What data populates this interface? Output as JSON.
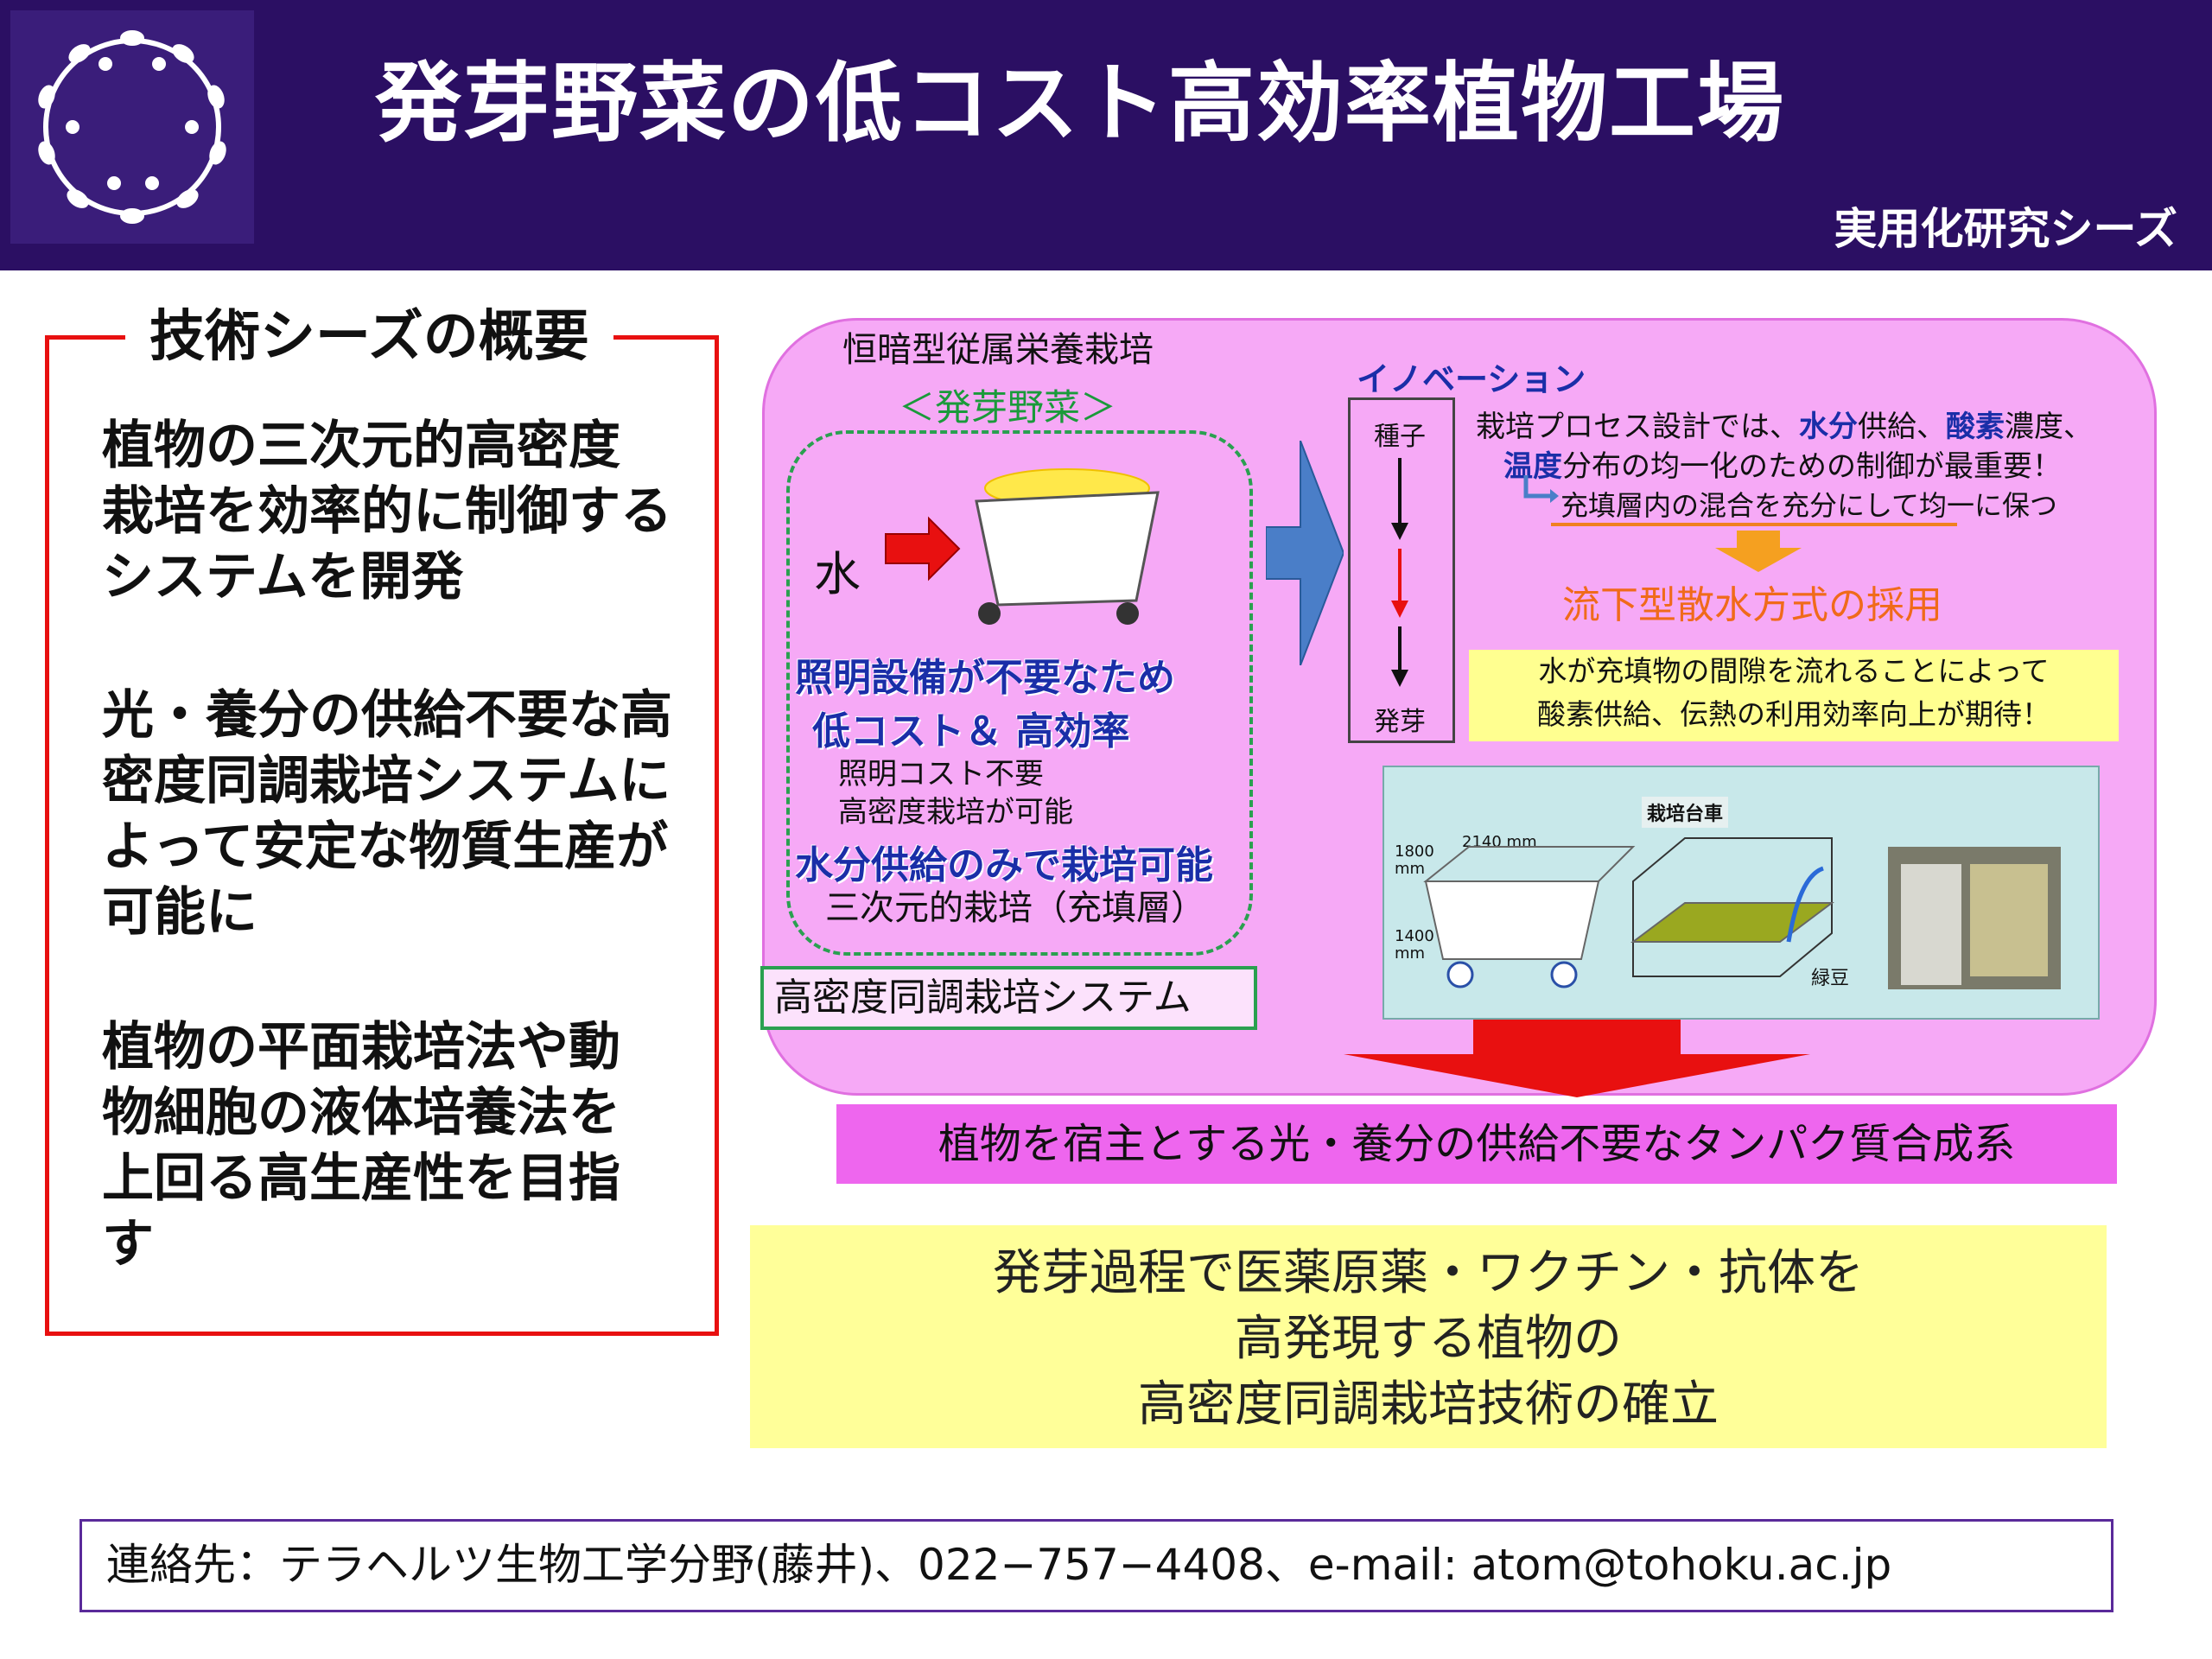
{
  "header": {
    "title": "発芽野菜の低コスト高効率植物工場",
    "subtitle": "実用化研究シーズ"
  },
  "overview": {
    "heading": "技術シーズの概要",
    "points": [
      [
        "植物の三次元的高密度",
        "栽培を効率的に制御する",
        "システムを開発"
      ],
      [
        "光・養分の供給不要な高",
        "密度同調栽培システムに",
        "よって安定な物質生産が",
        "可能に"
      ],
      [
        "植物の平面栽培法や動",
        "物細胞の液体培養法を",
        "上回る高生産性を目指",
        "す"
      ]
    ]
  },
  "diagram": {
    "left_caption": "恒暗型従属栄養栽培",
    "sprout_label": "＜発芽野菜＞",
    "water_label": "水",
    "benefit_title": "照明設備が不要なため",
    "benefit_sub": "低コスト＆ 高効率",
    "note_1": "照明コスト不要",
    "note_2": "高密度栽培が可能",
    "water_only": "水分供給のみで栽培可能",
    "three_d": "三次元的栽培（充填層）",
    "hd_system": "高密度同調栽培システム",
    "innovation_title": "イノベーション",
    "seed_label": "種子",
    "sprout_end_label": "発芽",
    "design_line1_a": "栽培プロセス設計では、",
    "design_line1_b": "水分",
    "design_line1_c": "供給、",
    "design_line1_d": "酸素",
    "design_line1_e": "濃度、",
    "design_line2_a": "温度",
    "design_line2_b": "分布の均一化のための制御が最重要！",
    "design_line3": "充填層内の混合を充分にして均一に保つ",
    "flow_method": "流下型散水方式の採用",
    "yellow_note": [
      "水が充填物の間隙を流れることによって",
      "酸素供給、伝熱の利用効率向上が期待！"
    ],
    "cart_label": "栽培台車",
    "dim_2140": "2140 mm",
    "dim_1800": "1800 mm",
    "dim_1400": "1400 mm",
    "mungbean": "緑豆",
    "colors": {
      "arrow_red": "#e81010",
      "arrow_blue": "#4a7ec8",
      "arrow_orange": "#f5a020"
    }
  },
  "protein_bar": "植物を宿主とする光・養分の供給不要なタンパク質合成系",
  "goal": [
    "発芽過程で医薬原薬・ワクチン・抗体を",
    "高発現する植物の",
    "高密度同調栽培技術の確立"
  ],
  "contact": "連絡先：テラヘルツ生物工学分野(藤井)、022−757−4408、e-mail: atom@tohoku.ac.jp"
}
